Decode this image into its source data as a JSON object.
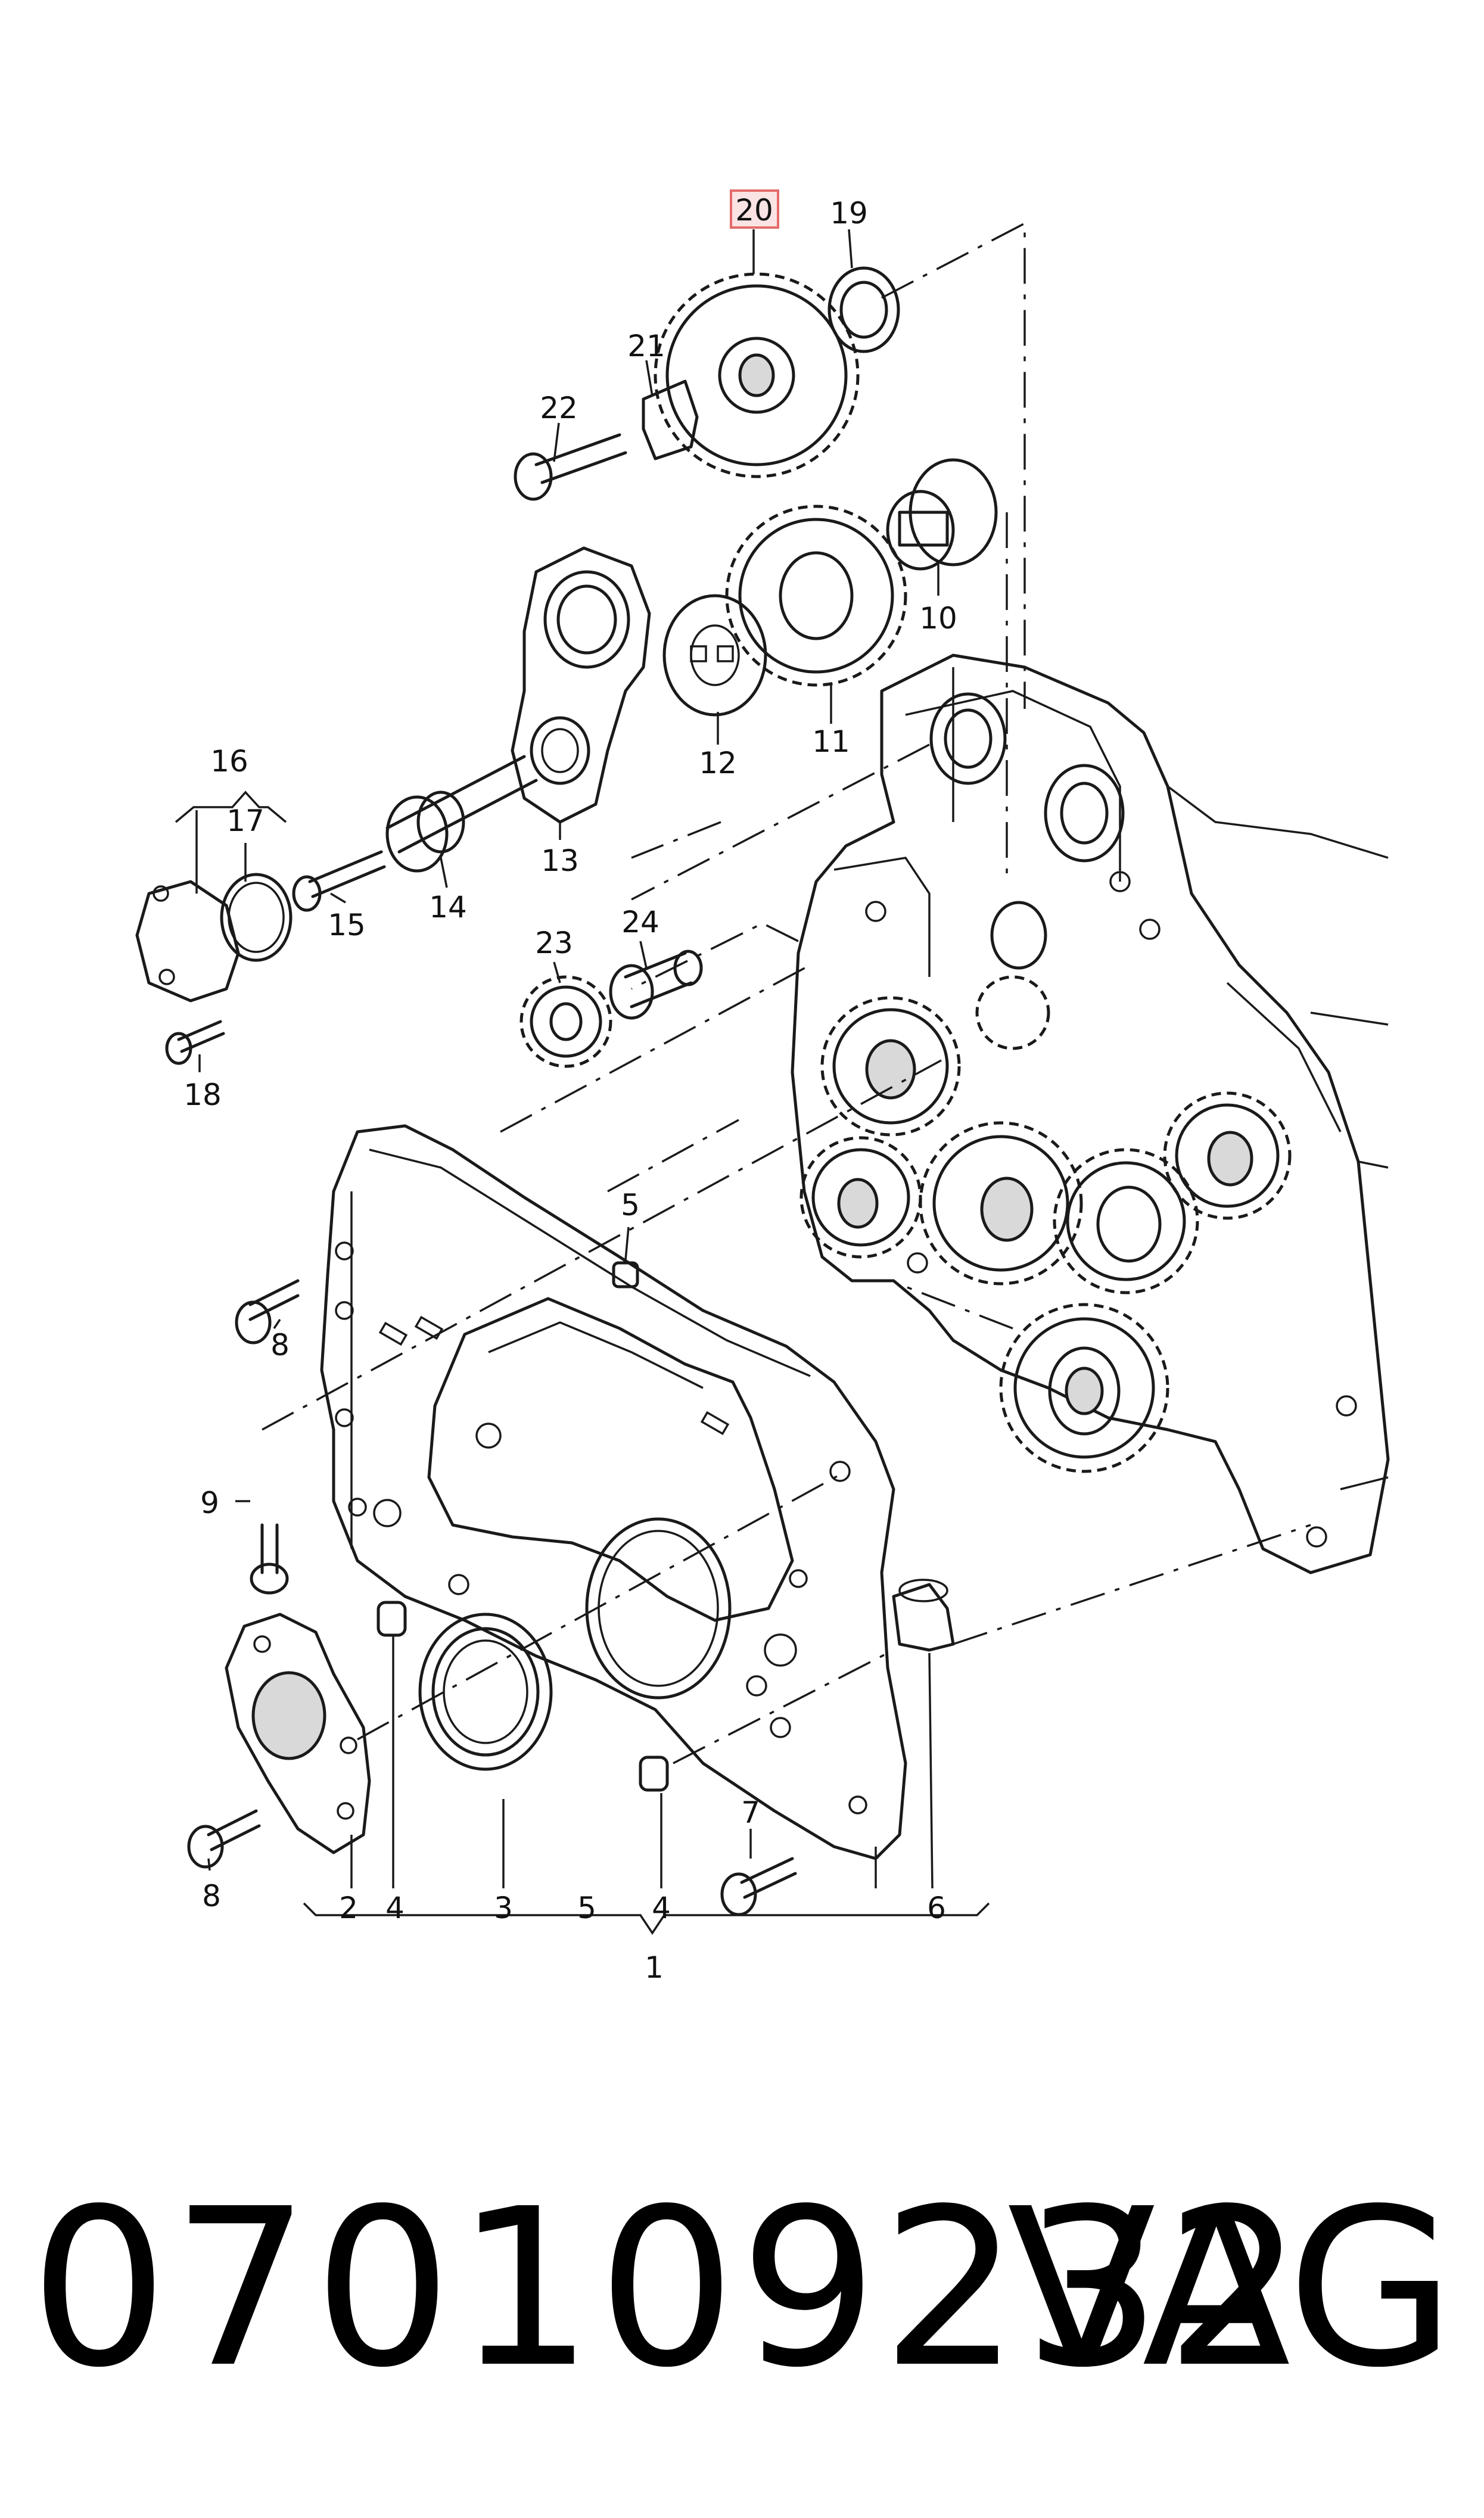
{
  "diagram": {
    "labels": [
      "20",
      "19",
      "21",
      "22",
      "10",
      "11",
      "12",
      "13",
      "14",
      "15",
      "16",
      "17",
      "18",
      "23",
      "24",
      "5",
      "8",
      "9",
      "4",
      "3",
      "2",
      "7",
      "6",
      "1"
    ],
    "highlight_color": "#e46a6a",
    "highlighted_label": "20"
  },
  "footer": {
    "part_number": "070109232",
    "brand": "VAG"
  }
}
